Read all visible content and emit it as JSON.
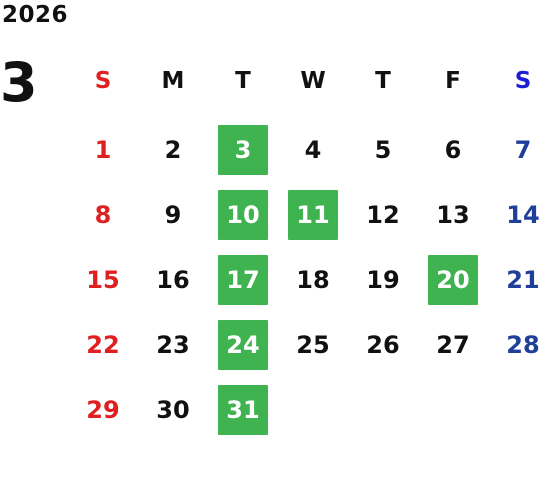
{
  "year": "2026",
  "month": "3",
  "weekdays": [
    "S",
    "M",
    "T",
    "W",
    "T",
    "F",
    "S"
  ],
  "weeks": [
    [
      {
        "day": "1",
        "hl": false
      },
      {
        "day": "2",
        "hl": false
      },
      {
        "day": "3",
        "hl": true
      },
      {
        "day": "4",
        "hl": false
      },
      {
        "day": "5",
        "hl": false
      },
      {
        "day": "6",
        "hl": false
      },
      {
        "day": "7",
        "hl": false
      }
    ],
    [
      {
        "day": "8",
        "hl": false
      },
      {
        "day": "9",
        "hl": false
      },
      {
        "day": "10",
        "hl": true
      },
      {
        "day": "11",
        "hl": true
      },
      {
        "day": "12",
        "hl": false
      },
      {
        "day": "13",
        "hl": false
      },
      {
        "day": "14",
        "hl": false
      }
    ],
    [
      {
        "day": "15",
        "hl": false
      },
      {
        "day": "16",
        "hl": false
      },
      {
        "day": "17",
        "hl": true
      },
      {
        "day": "18",
        "hl": false
      },
      {
        "day": "19",
        "hl": false
      },
      {
        "day": "20",
        "hl": true
      },
      {
        "day": "21",
        "hl": false
      }
    ],
    [
      {
        "day": "22",
        "hl": false
      },
      {
        "day": "23",
        "hl": false
      },
      {
        "day": "24",
        "hl": true
      },
      {
        "day": "25",
        "hl": false
      },
      {
        "day": "26",
        "hl": false
      },
      {
        "day": "27",
        "hl": false
      },
      {
        "day": "28",
        "hl": false
      }
    ],
    [
      {
        "day": "29",
        "hl": false
      },
      {
        "day": "30",
        "hl": false
      },
      {
        "day": "31",
        "hl": true
      },
      {
        "day": "",
        "hl": false
      },
      {
        "day": "",
        "hl": false
      },
      {
        "day": "",
        "hl": false
      },
      {
        "day": "",
        "hl": false
      }
    ]
  ],
  "colors": {
    "sunday": "#e02020",
    "saturday": "#1f3f99",
    "saturday_header": "#1d1dd6",
    "highlight": "#3fb34f",
    "text": "#111111"
  }
}
